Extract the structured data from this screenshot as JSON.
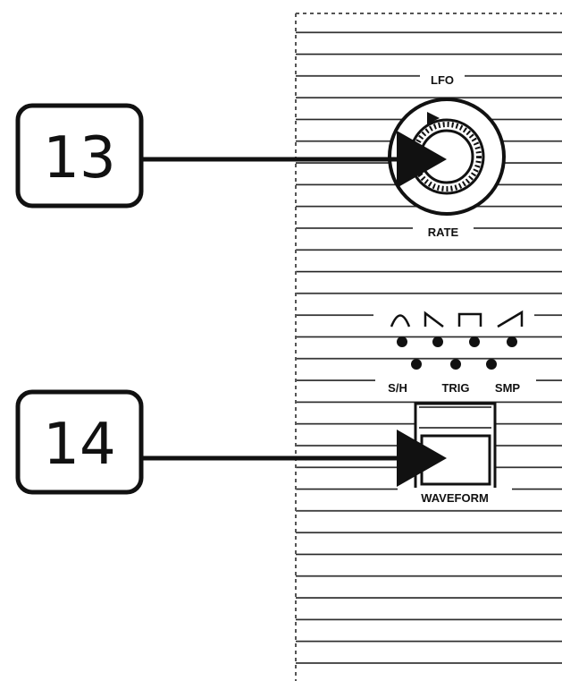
{
  "callouts": [
    {
      "number": "13",
      "target": "rate-knob"
    },
    {
      "number": "14",
      "target": "waveform-button"
    }
  ],
  "panel": {
    "section_label": "LFO",
    "knob_label": "RATE",
    "button_label": "WAVEFORM",
    "waveform_icons": [
      "triangle-wave-icon",
      "sawtooth-down-wave-icon",
      "square-wave-icon",
      "sawtooth-up-wave-icon"
    ],
    "mode_labels": [
      "S/H",
      "TRIG",
      "SMP"
    ]
  }
}
